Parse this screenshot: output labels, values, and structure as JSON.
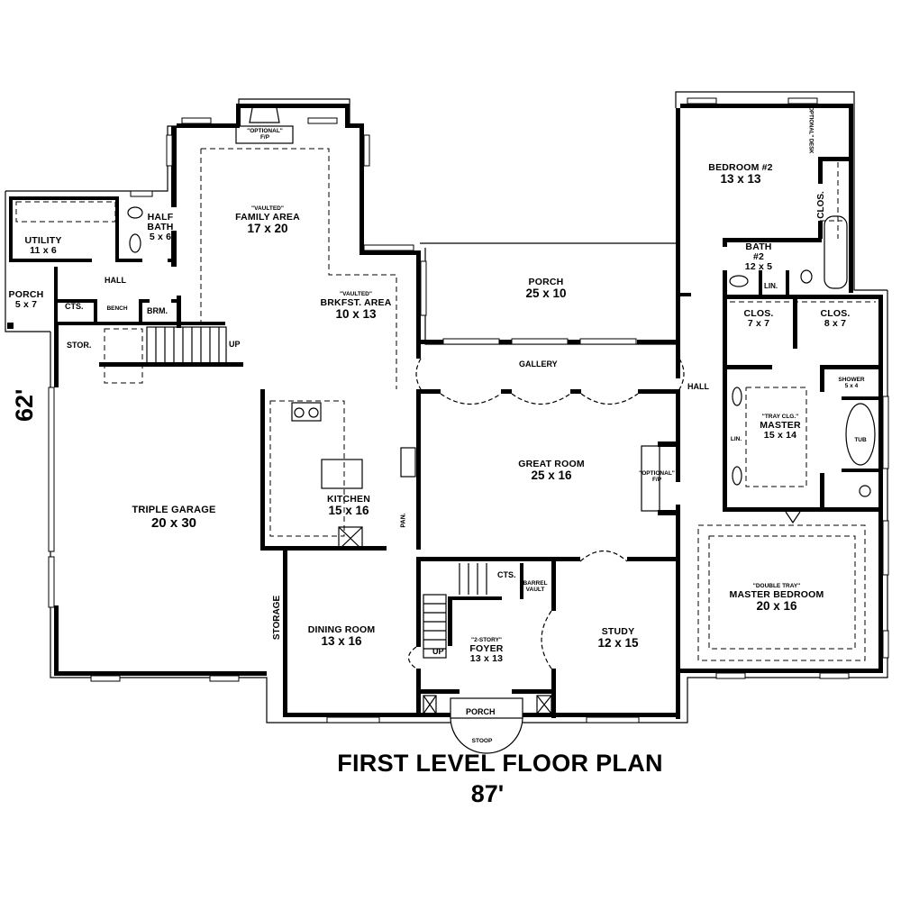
{
  "plan": {
    "title": "FIRST LEVEL FLOOR PLAN",
    "overall_width": "87'",
    "overall_depth": "62'"
  },
  "rooms": {
    "utility": {
      "name": "UTILITY",
      "dim": "11 x 6"
    },
    "half_bath": {
      "name_line1": "HALF",
      "name_line2": "BATH",
      "dim": "5 x 6"
    },
    "side_porch": {
      "name": "PORCH",
      "dim": "5 x 7"
    },
    "mud_hall": {
      "name": "HALL"
    },
    "cts_left": {
      "name": "CTS."
    },
    "bench": {
      "name": "BENCH"
    },
    "brm": {
      "name": "BRM."
    },
    "stor": {
      "name": "STOR."
    },
    "stair_up_left": {
      "name": "UP"
    },
    "family_area": {
      "note": "\"VAULTED\"",
      "name": "FAMILY AREA",
      "dim": "17 x 20"
    },
    "family_fireplace": {
      "line1": "\"OPTIONAL\"",
      "line2": "F/P"
    },
    "brkfst_area": {
      "note": "\"VAULTED\"",
      "name": "BRKFST. AREA",
      "dim": "10 x 13"
    },
    "rear_porch": {
      "name": "PORCH",
      "dim": "25 x 10"
    },
    "gallery": {
      "name": "GALLERY"
    },
    "kitchen": {
      "name": "KITCHEN",
      "dim": "15 x 16"
    },
    "pantry": {
      "name": "PAN."
    },
    "triple_garage": {
      "name": "TRIPLE GARAGE",
      "dim": "20 x 30"
    },
    "great_room": {
      "name": "GREAT ROOM",
      "dim": "25 x 16"
    },
    "great_fireplace": {
      "line1": "\"OPTIONAL\"",
      "line2": "F/P"
    },
    "storage": {
      "name": "STORAGE"
    },
    "dining_room": {
      "name": "DINING ROOM",
      "dim": "13 x 16"
    },
    "foyer": {
      "note": "\"2-STORY\"",
      "name": "FOYER",
      "dim": "13 x 13"
    },
    "stair_up_foyer": {
      "name": "UP"
    },
    "cts_foyer": {
      "name": "CTS."
    },
    "barrel_vault": {
      "line1": "BARREL",
      "line2": "VAULT"
    },
    "front_porch": {
      "name": "PORCH"
    },
    "stoop": {
      "name": "STOOP"
    },
    "study": {
      "name": "STUDY",
      "dim": "12 x 15"
    },
    "bedroom2": {
      "name": "BEDROOM #2",
      "dim": "13 x 13"
    },
    "optional_desk": {
      "name": "\"OPTIONAL\" DESK"
    },
    "bed2_closet": {
      "name": "CLOS."
    },
    "bath2": {
      "name_line1": "BATH",
      "name_line2": "#2",
      "dim": "12 x 5"
    },
    "bath2_linen": {
      "name": "LIN."
    },
    "right_hall": {
      "name": "HALL"
    },
    "closet_7x7": {
      "name": "CLOS.",
      "dim": "7 x 7"
    },
    "closet_8x7": {
      "name": "CLOS.",
      "dim": "8 x 7"
    },
    "shower": {
      "line1": "SHOWER",
      "line2": "5 x 4"
    },
    "master_bath": {
      "note": "\"TRAY CLG.\"",
      "name": "MASTER",
      "dim": "15 x 14"
    },
    "master_linen": {
      "name": "LIN."
    },
    "tub": {
      "name": "TUB"
    },
    "master_bedroom": {
      "note": "\"DOUBLE TRAY\"",
      "name": "MASTER BEDROOM",
      "dim": "20 x 16"
    }
  },
  "colors": {
    "line": "#000000",
    "background": "#ffffff"
  }
}
